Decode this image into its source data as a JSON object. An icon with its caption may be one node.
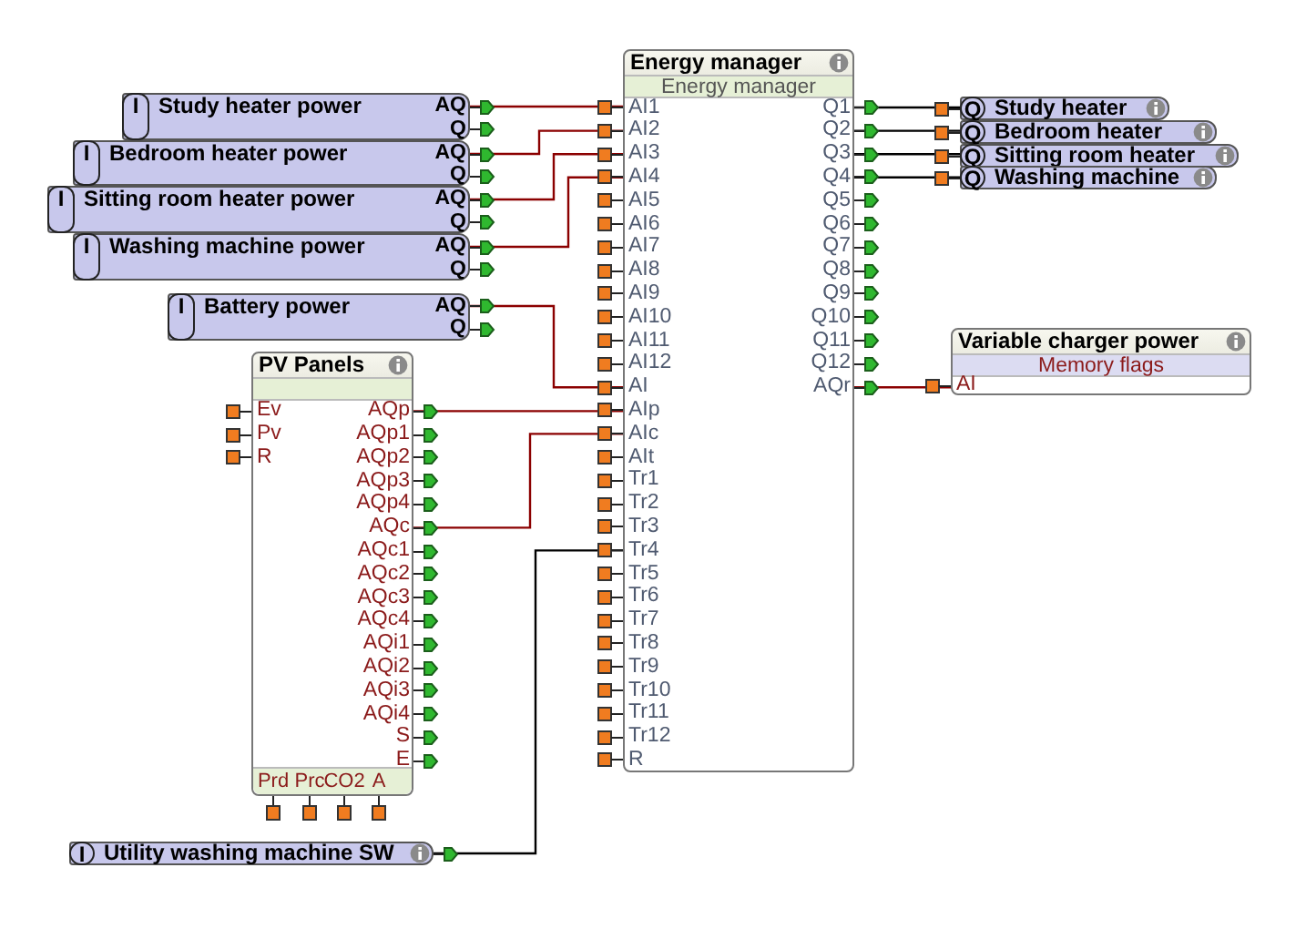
{
  "diagram": {
    "nodes": [
      {
        "text": [
          "I",
          "Study heater power"
        ]
      },
      {
        "text": [
          "AQ"
        ],
        "in": 0
      },
      {
        "text": [
          "Q"
        ],
        "in": 0
      },
      {
        "text": [
          "I",
          "Bedroom heater power"
        ]
      },
      {
        "text": [
          "AQ"
        ],
        "in": 3
      },
      {
        "text": [
          "Q"
        ],
        "in": 3
      },
      {
        "text": [
          "I",
          "Sitting room heater power"
        ]
      },
      {
        "text": [
          "AQ"
        ],
        "in": 6
      },
      {
        "text": [
          "Q"
        ],
        "in": 6
      },
      {
        "text": [
          "I",
          "Washing machine power"
        ]
      },
      {
        "text": [
          "AQ"
        ],
        "in": 9
      },
      {
        "text": [
          "Q"
        ],
        "in": 9
      },
      {
        "text": [
          "I",
          "Battery power"
        ]
      },
      {
        "text": [
          "AQ"
        ],
        "in": 12
      },
      {
        "text": [
          "Q"
        ],
        "in": 12
      },
      {
        "text": [
          "Energy manager",
          "Energy manager"
        ]
      },
      {
        "text": [
          "AI1"
        ],
        "in": 15
      },
      {
        "text": [
          "AI2"
        ],
        "in": 15
      },
      {
        "text": [
          "AI3"
        ],
        "in": 15
      },
      {
        "text": [
          "AI4"
        ],
        "in": 15
      },
      {
        "text": [
          "AI5"
        ],
        "in": 15
      },
      {
        "text": [
          "AI6"
        ],
        "in": 15
      },
      {
        "text": [
          "AI7"
        ],
        "in": 15
      },
      {
        "text": [
          "AI8"
        ],
        "in": 15
      },
      {
        "text": [
          "AI9"
        ],
        "in": 15
      },
      {
        "text": [
          "AI10"
        ],
        "in": 15
      },
      {
        "text": [
          "AI11"
        ],
        "in": 15
      },
      {
        "text": [
          "AI12"
        ],
        "in": 15
      },
      {
        "text": [
          "AI"
        ],
        "in": 15
      },
      {
        "text": [
          "AIp"
        ],
        "in": 15
      },
      {
        "text": [
          "AIc"
        ],
        "in": 15
      },
      {
        "text": [
          "AIt"
        ],
        "in": 15
      },
      {
        "text": [
          "Tr1"
        ],
        "in": 15
      },
      {
        "text": [
          "Tr2"
        ],
        "in": 15
      },
      {
        "text": [
          "Tr3"
        ],
        "in": 15
      },
      {
        "text": [
          "Tr4"
        ],
        "in": 15
      },
      {
        "text": [
          "Tr5"
        ],
        "in": 15
      },
      {
        "text": [
          "Tr6"
        ],
        "in": 15
      },
      {
        "text": [
          "Tr7"
        ],
        "in": 15
      },
      {
        "text": [
          "Tr8"
        ],
        "in": 15
      },
      {
        "text": [
          "Tr9"
        ],
        "in": 15
      },
      {
        "text": [
          "Tr10"
        ],
        "in": 15
      },
      {
        "text": [
          "Tr11"
        ],
        "in": 15
      },
      {
        "text": [
          "Tr12"
        ],
        "in": 15
      },
      {
        "text": [
          "R"
        ],
        "in": 15
      },
      {
        "text": [
          "Q1"
        ],
        "in": 15
      },
      {
        "text": [
          "Q2"
        ],
        "in": 15
      },
      {
        "text": [
          "Q3"
        ],
        "in": 15
      },
      {
        "text": [
          "Q4"
        ],
        "in": 15
      },
      {
        "text": [
          "Q5"
        ],
        "in": 15
      },
      {
        "text": [
          "Q6"
        ],
        "in": 15
      },
      {
        "text": [
          "Q7"
        ],
        "in": 15
      },
      {
        "text": [
          "Q8"
        ],
        "in": 15
      },
      {
        "text": [
          "Q9"
        ],
        "in": 15
      },
      {
        "text": [
          "Q10"
        ],
        "in": 15
      },
      {
        "text": [
          "Q11"
        ],
        "in": 15
      },
      {
        "text": [
          "Q12"
        ],
        "in": 15
      },
      {
        "text": [
          "AQr"
        ],
        "in": 15
      },
      {
        "text": [
          "PV Panels"
        ]
      },
      {
        "text": [
          "Ev"
        ],
        "in": 58
      },
      {
        "text": [
          "Pv"
        ],
        "in": 58
      },
      {
        "text": [
          "R"
        ],
        "in": 58
      },
      {
        "text": [
          "AQp"
        ],
        "in": 58
      },
      {
        "text": [
          "AQp1"
        ],
        "in": 58
      },
      {
        "text": [
          "AQp2"
        ],
        "in": 58
      },
      {
        "text": [
          "AQp3"
        ],
        "in": 58
      },
      {
        "text": [
          "AQp4"
        ],
        "in": 58
      },
      {
        "text": [
          "AQc"
        ],
        "in": 58
      },
      {
        "text": [
          "AQc1"
        ],
        "in": 58
      },
      {
        "text": [
          "AQc2"
        ],
        "in": 58
      },
      {
        "text": [
          "AQc3"
        ],
        "in": 58
      },
      {
        "text": [
          "AQc4"
        ],
        "in": 58
      },
      {
        "text": [
          "AQi1"
        ],
        "in": 58
      },
      {
        "text": [
          "AQi2"
        ],
        "in": 58
      },
      {
        "text": [
          "AQi3"
        ],
        "in": 58
      },
      {
        "text": [
          "AQi4"
        ],
        "in": 58
      },
      {
        "text": [
          "S"
        ],
        "in": 58
      },
      {
        "text": [
          "E"
        ],
        "in": 58
      },
      {
        "text": [
          "Prd"
        ],
        "in": 58
      },
      {
        "text": [
          "Prc"
        ],
        "in": 58
      },
      {
        "text": [
          "CO2"
        ],
        "in": 58
      },
      {
        "text": [
          "A"
        ],
        "in": 58
      },
      {
        "text": [
          "Q",
          "Study heater"
        ]
      },
      {
        "text": [
          "Q",
          "Bedroom heater"
        ]
      },
      {
        "text": [
          "Q",
          "Sitting room heater"
        ]
      },
      {
        "text": [
          "Q",
          "Washing machine"
        ]
      },
      {
        "text": [
          "Variable charger power",
          "Memory flags"
        ]
      },
      {
        "text": [
          "AI"
        ],
        "in": 86
      },
      {
        "text": [
          "I",
          "Utility washing machine SW"
        ]
      }
    ],
    "edges": [
      {
        "from": 1,
        "to": 16,
        "arrow": "none"
      },
      {
        "from": 4,
        "to": 17,
        "arrow": "none"
      },
      {
        "from": 7,
        "to": 18,
        "arrow": "none"
      },
      {
        "from": 10,
        "to": 19,
        "arrow": "none"
      },
      {
        "from": 13,
        "to": 28,
        "arrow": "none"
      },
      {
        "from": 62,
        "to": 29,
        "arrow": "none"
      },
      {
        "from": 67,
        "to": 30,
        "arrow": "none"
      },
      {
        "from": 88,
        "to": 35,
        "arrow": "none",
        "color": "#000000"
      },
      {
        "from": 45,
        "to": 82,
        "arrow": "none",
        "color": "#000000"
      },
      {
        "from": 46,
        "to": 83,
        "arrow": "none",
        "color": "#000000"
      },
      {
        "from": 47,
        "to": 84,
        "arrow": "none",
        "color": "#000000"
      },
      {
        "from": 48,
        "to": 85,
        "arrow": "none",
        "color": "#000000"
      },
      {
        "from": 57,
        "to": 87,
        "arrow": "none"
      }
    ]
  }
}
